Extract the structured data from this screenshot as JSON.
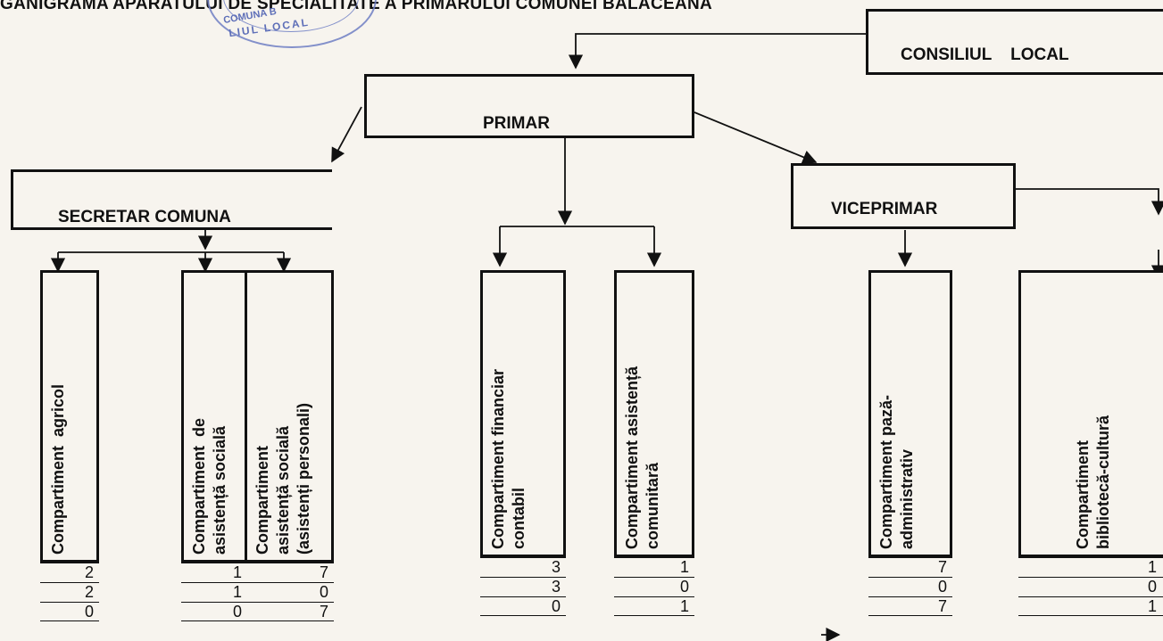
{
  "title": "GANIGRAMA APARATULUI DE SPECIALITATE A PRIMARULUI COMUNEI BALACEANA",
  "stamp": {
    "line1": "COMUNA B",
    "line2": "LIUL LOCAL"
  },
  "boxes": {
    "consiliul_local": "CONSILIUL    LOCAL",
    "primar": "PRIMAR",
    "secretar": "SECRETAR COMUNA",
    "viceprimar": "VICEPRIMAR"
  },
  "departments": [
    {
      "label": "Compartiment  agricol",
      "values": [
        "2",
        "2",
        "0"
      ]
    },
    {
      "label": "Compartiment  de\nasistență socială",
      "values": [
        "1",
        "1",
        "0"
      ]
    },
    {
      "label": "Compartiment\nasistență socială\n(asistenți personali)",
      "values": [
        "7",
        "0",
        "7"
      ]
    },
    {
      "label": "Compartiment financiar\ncontabil",
      "values": [
        "3",
        "3",
        "0"
      ]
    },
    {
      "label": "Compartiment asistență\ncomunitară",
      "values": [
        "1",
        "0",
        "1"
      ]
    },
    {
      "label": "Compartiment pază-\nadministrativ",
      "values": [
        "7",
        "0",
        "7"
      ]
    },
    {
      "label": "Compartiment\nbibliotecă-cultură",
      "values": [
        "1",
        "0",
        "1"
      ]
    }
  ]
}
